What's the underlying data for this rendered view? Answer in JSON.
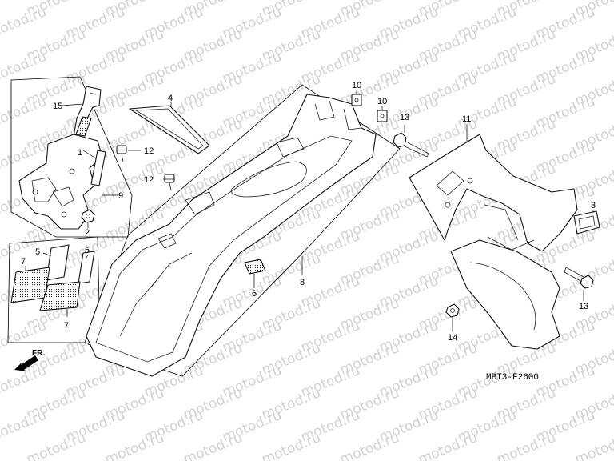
{
  "diagram": {
    "watermark": "motod.ru",
    "diagram_code": "MBT3-F2600",
    "front_indicator": "FR.",
    "callouts": {
      "c1": "1",
      "c2": "2",
      "c3": "3",
      "c4": "4",
      "c5a": "5",
      "c5b": "5",
      "c6": "6",
      "c7a": "7",
      "c7b": "7",
      "c8": "8",
      "c9": "9",
      "c10a": "10",
      "c10b": "10",
      "c11": "11",
      "c12a": "12",
      "c12b": "12",
      "c13a": "13",
      "c13b": "13",
      "c14": "14",
      "c15": "15"
    }
  }
}
